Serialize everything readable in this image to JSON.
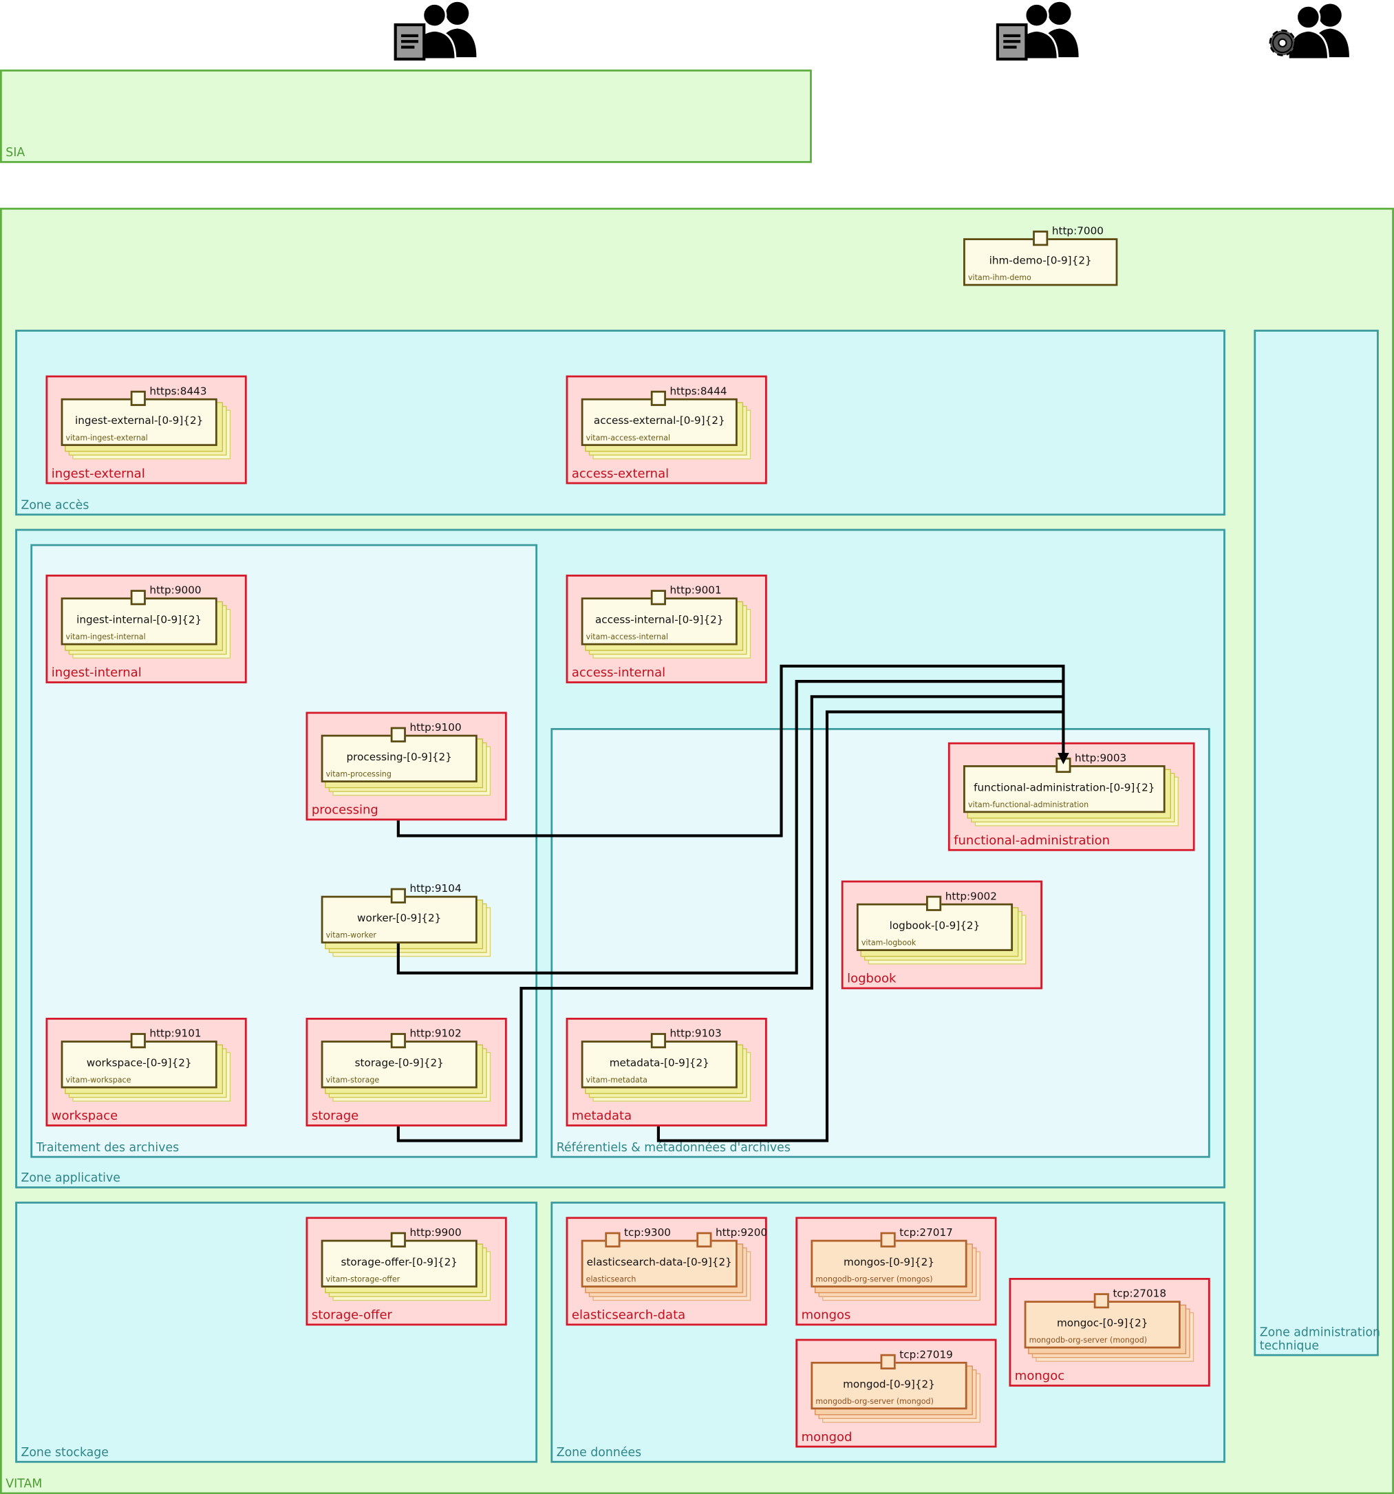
{
  "zones": {
    "sia": "SIA",
    "vitam": "VITAM",
    "acces": "Zone accès",
    "applicative": "Zone applicative",
    "traitement": "Traitement des archives",
    "referentiels": "Référentiels & métadonnées d'archives",
    "stockage": "Zone stockage",
    "donnees": "Zone données",
    "admin": "Zone administration technique"
  },
  "actors": [
    {
      "name": "archive-users-icon"
    },
    {
      "name": "archive-users-icon"
    },
    {
      "name": "admin-users-icon"
    }
  ],
  "standalone": {
    "ihm_demo": {
      "name": "ihm-demo-[0-9]{2}",
      "type": "vitam-ihm-demo",
      "port": "http:7000"
    }
  },
  "groups": {
    "ingest_external": {
      "label": "ingest-external",
      "name": "ingest-external-[0-9]{2}",
      "type": "vitam-ingest-external",
      "port": "https:8443"
    },
    "access_external": {
      "label": "access-external",
      "name": "access-external-[0-9]{2}",
      "type": "vitam-access-external",
      "port": "https:8444"
    },
    "ingest_internal": {
      "label": "ingest-internal",
      "name": "ingest-internal-[0-9]{2}",
      "type": "vitam-ingest-internal",
      "port": "http:9000"
    },
    "access_internal": {
      "label": "access-internal",
      "name": "access-internal-[0-9]{2}",
      "type": "vitam-access-internal",
      "port": "http:9001"
    },
    "processing": {
      "label": "processing",
      "name": "processing-[0-9]{2}",
      "type": "vitam-processing",
      "port": "http:9100"
    },
    "worker": {
      "label": "",
      "name": "worker-[0-9]{2}",
      "type": "vitam-worker",
      "port": "http:9104"
    },
    "workspace": {
      "label": "workspace",
      "name": "workspace-[0-9]{2}",
      "type": "vitam-workspace",
      "port": "http:9101"
    },
    "storage": {
      "label": "storage",
      "name": "storage-[0-9]{2}",
      "type": "vitam-storage",
      "port": "http:9102"
    },
    "functional_administration": {
      "label": "functional-administration",
      "name": "functional-administration-[0-9]{2}",
      "type": "vitam-functional-administration",
      "port": "http:9003"
    },
    "logbook": {
      "label": "logbook",
      "name": "logbook-[0-9]{2}",
      "type": "vitam-logbook",
      "port": "http:9002"
    },
    "metadata": {
      "label": "metadata",
      "name": "metadata-[0-9]{2}",
      "type": "vitam-metadata",
      "port": "http:9103"
    },
    "storage_offer": {
      "label": "storage-offer",
      "name": "storage-offer-[0-9]{2}",
      "type": "vitam-storage-offer",
      "port": "http:9900"
    },
    "elasticsearch_data": {
      "label": "elasticsearch-data",
      "name": "elasticsearch-data-[0-9]{2}",
      "type": "elasticsearch",
      "port": "tcp:9300",
      "port2": "http:9200"
    },
    "mongos": {
      "label": "mongos",
      "name": "mongos-[0-9]{2}",
      "type": "mongodb-org-server (mongos)",
      "port": "tcp:27017"
    },
    "mongod": {
      "label": "mongod",
      "name": "mongod-[0-9]{2}",
      "type": "mongodb-org-server (mongod)",
      "port": "tcp:27019"
    },
    "mongoc": {
      "label": "mongoc",
      "name": "mongoc-[0-9]{2}",
      "type": "mongodb-org-server (mongod)",
      "port": "tcp:27018"
    }
  },
  "connections": [
    {
      "from": "processing",
      "to": "functional_administration"
    },
    {
      "from": "worker",
      "to": "functional_administration"
    },
    {
      "from": "storage",
      "to": "functional_administration"
    },
    {
      "from": "metadata",
      "to": "functional_administration"
    }
  ],
  "colors": {
    "sia_fill": "#e0fbd6",
    "sia_border": "#5fae40",
    "zone_fill": "#d4f7f7",
    "zone_border": "#3a9a9e",
    "group_fill": "#ffd8d8",
    "group_border": "#d3192a",
    "component_fill": "#fdfbe6",
    "component_border": "#5a4a10",
    "data_component_fill": "#fde3c6",
    "data_component_border": "#b06028"
  }
}
